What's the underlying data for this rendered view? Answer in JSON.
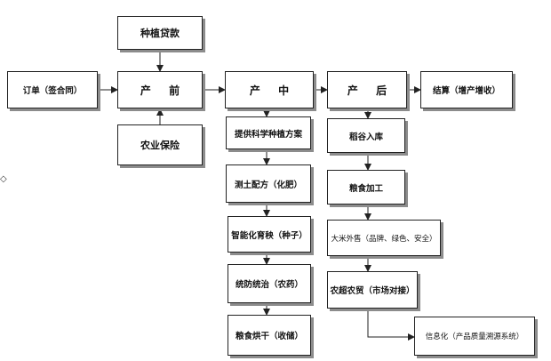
{
  "nodes": {
    "loan": "种植贷款",
    "order": "订单（签合同）",
    "pre": "产 前",
    "insurance": "农业保险",
    "mid": "产 中",
    "post": "产 后",
    "settle": "结算（增产增收）",
    "plan": "提供科学种植方案",
    "fertilizer": "测土配方（化肥）",
    "seedling": "智能化育秧（种子）",
    "pest": "统防统治（农药）",
    "dry": "粮食烘干（收储）",
    "rice_store": "稻谷入库",
    "process": "粮食加工",
    "rice_sale": "大米外售（品牌、绿色、安全）",
    "farm_trade": "农超农贸（市场对接）",
    "info": "信息化（产品质量溯源系统）"
  },
  "side_mark": "◇"
}
